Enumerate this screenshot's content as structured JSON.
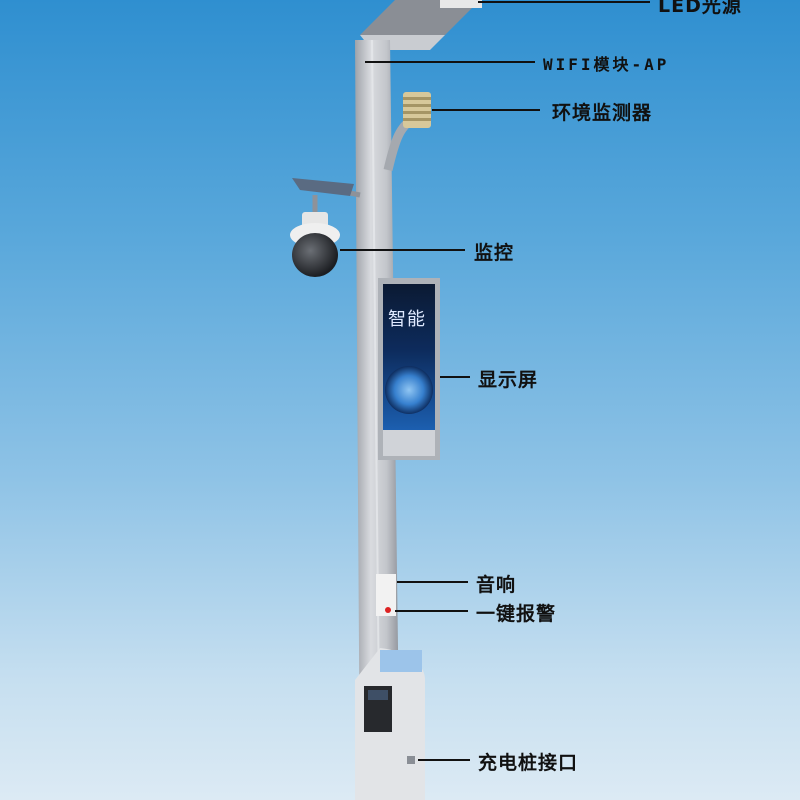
{
  "labels": {
    "led": "LED光源",
    "wifi": "WIFI模块-AP",
    "env": "环境监测器",
    "camera": "监控",
    "display": "显示屏",
    "speaker": "音响",
    "alarm": "一键报警",
    "charger": "充电桩接口"
  },
  "screen": {
    "title": "智能"
  },
  "colors": {
    "sky_top": "#2f8fd0",
    "sky_bottom": "#dceaf4",
    "pole": "#b9bcc2",
    "line": "#111111"
  }
}
